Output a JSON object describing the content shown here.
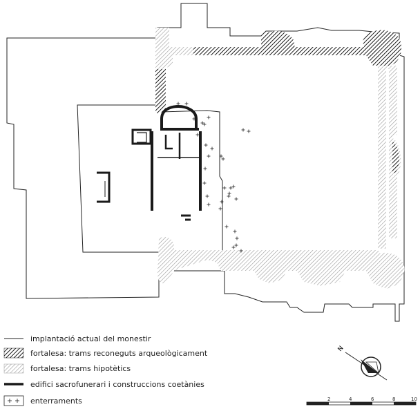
{
  "legend": {
    "items": [
      {
        "key": "outline",
        "label": "implantació actual del monestir"
      },
      {
        "key": "dense",
        "label": "fortalesa: trams reconeguts arqueològicament"
      },
      {
        "key": "light",
        "label": "fortalesa: trams hipotètics"
      },
      {
        "key": "thick",
        "label": "edifici sacrofunerari i construccions coetànies"
      },
      {
        "key": "cross",
        "label": "enterraments"
      }
    ]
  },
  "north_arrow": {
    "label": "N"
  },
  "scale_bar": {
    "ticks": [
      "2",
      "4",
      "6",
      "8",
      "10"
    ]
  },
  "colors": {
    "ink": "#222222",
    "hatch_dense": "#1a1a1a",
    "hatch_light": "#9a9a9a"
  }
}
